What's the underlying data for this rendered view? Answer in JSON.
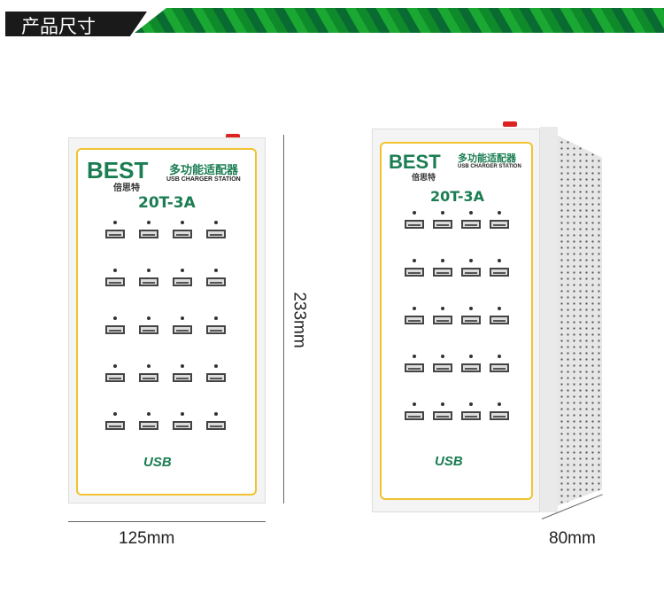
{
  "header": {
    "title": "产品尺寸"
  },
  "product": {
    "brand": "BEST",
    "brand_cn": "倍思特",
    "name_cn": "多功能适配器",
    "name_en": "USB CHARGER STATION",
    "model": "20T-3A",
    "usb_logo": "USB",
    "port_rows": 5,
    "port_cols": 4
  },
  "dimensions": {
    "height": "233mm",
    "width": "125mm",
    "depth": "80mm"
  },
  "colors": {
    "brand_green": "#1b7d52",
    "border_yellow": "#f2c230",
    "header_green": "#1aa832"
  }
}
